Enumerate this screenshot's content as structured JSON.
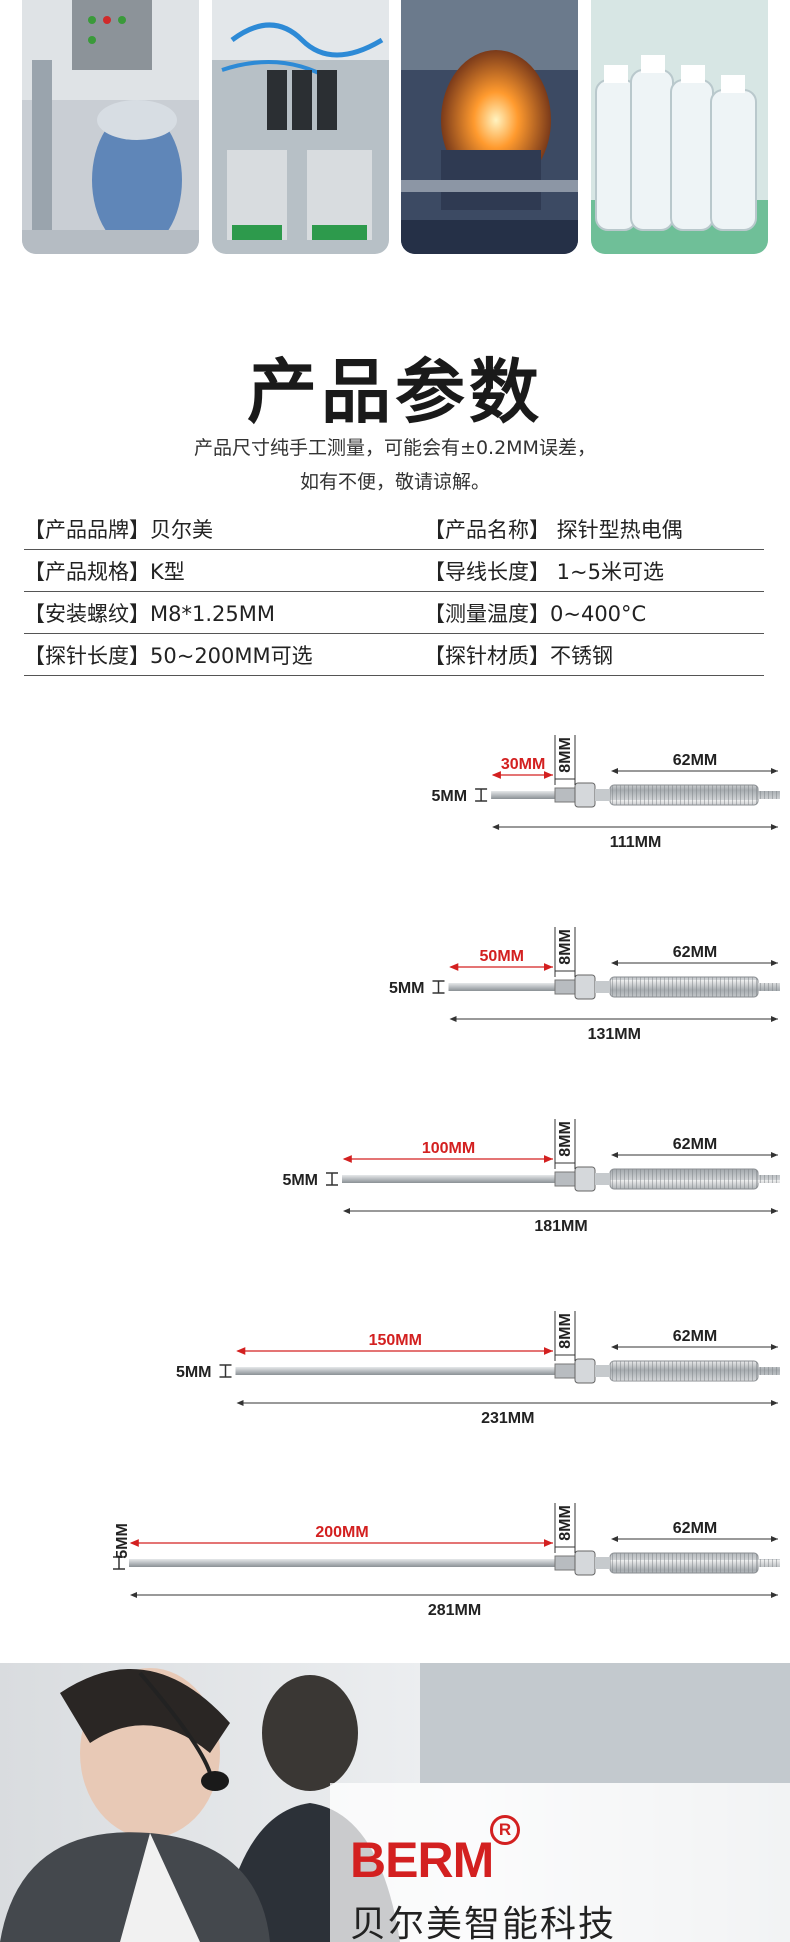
{
  "product_params": {
    "title": "产品参数",
    "note_line1": "产品尺寸纯手工测量，可能会有±0.2MM误差，",
    "note_line2": "如有不便，敬请谅解。",
    "specs": [
      [
        "【产品品牌】贝尔美",
        "【产品名称】 探针型热电偶"
      ],
      [
        "【产品规格】K型",
        "【导线长度】 1~5米可选"
      ],
      [
        "【安装螺纹】M8*1.25MM",
        "【测量温度】0~400°C"
      ],
      [
        "【探针长度】50~200MM可选",
        "【探针材质】不锈钢"
      ]
    ]
  },
  "diagrams": [
    {
      "probe": "30MM",
      "total": "111MM",
      "thread": "8MM",
      "tail": "62MM",
      "dia": "5MM"
    },
    {
      "probe": "50MM",
      "total": "131MM",
      "thread": "8MM",
      "tail": "62MM",
      "dia": "5MM"
    },
    {
      "probe": "100MM",
      "total": "181MM",
      "thread": "8MM",
      "tail": "62MM",
      "dia": "5MM"
    },
    {
      "probe": "150MM",
      "total": "231MM",
      "thread": "8MM",
      "tail": "62MM",
      "dia": "5MM"
    },
    {
      "probe": "200MM",
      "total": "281MM",
      "thread": "8MM",
      "tail": "62MM",
      "dia": "5MM"
    }
  ],
  "brand": {
    "logo": "BERM",
    "reg_mark": "R",
    "name": "贝尔美智能科技"
  },
  "colors": {
    "accent_red": "#d32020",
    "text_dark": "#1a1a1a"
  }
}
